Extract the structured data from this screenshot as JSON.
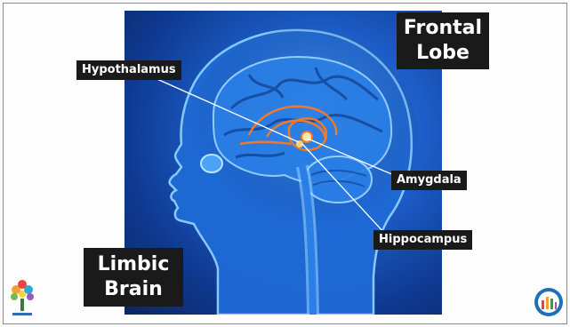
{
  "labels": {
    "hypothalamus": "Hypothalamus",
    "amygdala": "Amygdala",
    "hippocampus": "Hippocampus",
    "frontal_lobe_line1": "Frontal",
    "frontal_lobe_line2": "Lobe",
    "limbic_brain_line1": "Limbic",
    "limbic_brain_line2": "Brain"
  },
  "icons": {
    "left_logo": "tree-of-hands-logo",
    "right_logo": "people-circle-logo"
  },
  "colors": {
    "panel_blue": "#1c5dc7",
    "label_bg": "#1a1a1a",
    "limbic_highlight": "#f07a2a"
  }
}
